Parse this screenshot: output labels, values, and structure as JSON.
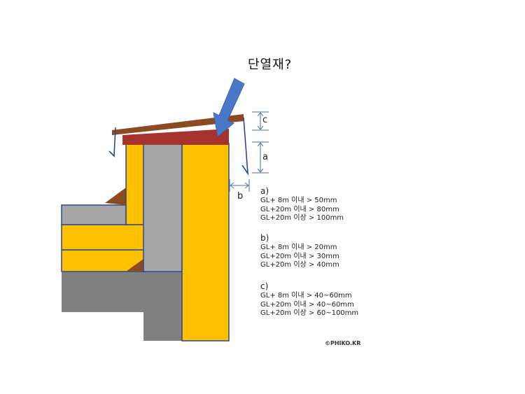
{
  "diagram": {
    "title": "단열재?",
    "dimension_labels": {
      "c": "c",
      "a": "a",
      "b": "b"
    },
    "sections": [
      {
        "label": "a)",
        "lines": [
          "GL+ 8m 이내 > 50mm",
          "GL+20m 이내 > 80mm",
          "GL+20m 이상 > 100mm"
        ]
      },
      {
        "label": "b)",
        "lines": [
          "GL+ 8m 이내 > 20mm",
          "GL+20m 이내 > 30mm",
          "GL+20m 이상 > 40mm"
        ]
      },
      {
        "label": "c)",
        "lines": [
          "GL+ 8m 이내 > 40~60mm",
          "GL+20m 이내 > 40~60mm",
          "GL+20m 이상 > 60~100mm"
        ]
      }
    ],
    "credit": "©PHIKO.KR",
    "colors": {
      "insulation": "#ffc000",
      "concrete": "#a6a6a6",
      "slab": "#808080",
      "waterproofing": "#a5322d",
      "coping": "#8b4a22",
      "outline": "#2b4a8a",
      "arrow": "#4a78c8",
      "dimension": "#4a6fa5"
    }
  }
}
